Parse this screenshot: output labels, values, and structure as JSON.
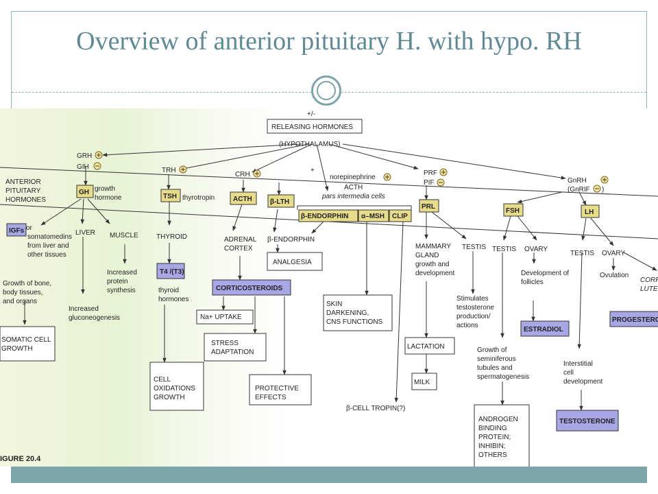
{
  "slide": {
    "title": "Overview of anterior pituitary H. with hypo. RH"
  },
  "diagram": {
    "plus_minus": "+/-",
    "releasing_hormones": "RELEASING HORMONES",
    "hypothalamus": "(HYPOTHALAMUS)",
    "anterior_pituitary_hormones": [
      "ANTERIOR",
      "PITUITARY",
      "HORMONES"
    ],
    "grh": "GRH",
    "gih": "GIH",
    "trh": "TRH",
    "crh": "CRH",
    "plus_sign": "+",
    "norepinephrine": "norepinephrine",
    "acth_label": "ACTH",
    "pars_intermedia": "pars intermedia cells",
    "prf": "PRF",
    "pif": "PIF",
    "gnrh": "GnRH",
    "gnrif": "(GnRIF",
    "gnrif_close": ")",
    "gh": "GH",
    "gh_desc": [
      "growth",
      "hormone"
    ],
    "tsh": "TSH",
    "tsh_desc": "thyrotropin",
    "acth": "ACTH",
    "b_lth": "β-LTH",
    "b_endorphin_box": "β-ENDORPHIN",
    "a_msh": "α–MSH",
    "clip": "CLIP",
    "prl": "PRL",
    "fsh": "FSH",
    "lh": "LH",
    "igfs": "IGFs",
    "igfs_desc": [
      " or",
      "somatomedins",
      "from liver and",
      "other tissues"
    ],
    "liver": "LIVER",
    "muscle": "MUSCLE",
    "thyroid": "THYROID",
    "adrenal_cortex": [
      "ADRENAL",
      "CORTEX"
    ],
    "b_endorphin": "β-ENDORPHIN",
    "mammary": [
      "MAMMARY",
      "GLAND",
      "growth and",
      "development"
    ],
    "testis": "TESTIS",
    "ovary": "OVARY",
    "growth_bone": [
      "Growth of bone,",
      "body tissues,",
      "and organs"
    ],
    "increased_protein": [
      "Increased",
      "protein",
      "synthesis"
    ],
    "increased_gluco": [
      "Increased",
      "gluconeogenesis"
    ],
    "t4_t3": "T4 /(T3)",
    "thyroid_hormones": [
      "thyroid",
      "hormones"
    ],
    "corticosteroids": "CORTICOSTEROIDS",
    "analgesia": "ANALGESIA",
    "skin": [
      "SKIN",
      "DARKENING,",
      "CNS FUNCTIONS"
    ],
    "stimulates_testosterone": [
      "Stimulates",
      "testosterone",
      "production/",
      "actions"
    ],
    "dev_follicles": [
      "Development of",
      "follicles"
    ],
    "ovulation": "Ovulation",
    "corpus": [
      "CORP",
      "LUTE"
    ],
    "somatic": [
      "SOMATIC CELL",
      "GROWTH"
    ],
    "na_uptake": "Na+ UPTAKE",
    "stress": [
      "STRESS",
      "ADAPTATION"
    ],
    "lactation": "LACTATION",
    "milk": "MILK",
    "estradiol": "ESTRADIOL",
    "progesterone": "PROGESTERO",
    "seminiferous": [
      "Growth of",
      "seminiferous",
      "tubules and",
      "spermatogenesis"
    ],
    "interstitial": [
      "Interstitial",
      "cell",
      "development"
    ],
    "cell_oxidations": [
      "CELL",
      "OXIDATIONS",
      "GROWTH"
    ],
    "protective": [
      "PROTECTIVE",
      "EFFECTS"
    ],
    "b_cell_tropin": "β-CELL TROPIN(?)",
    "testosterone": "TESTOSTERONE",
    "androgen": [
      "ANDROGEN",
      "BINDING",
      "PROTEIN;",
      "INHIBIN;",
      "OTHERS"
    ],
    "figure_label": "IGURE 20.4"
  }
}
